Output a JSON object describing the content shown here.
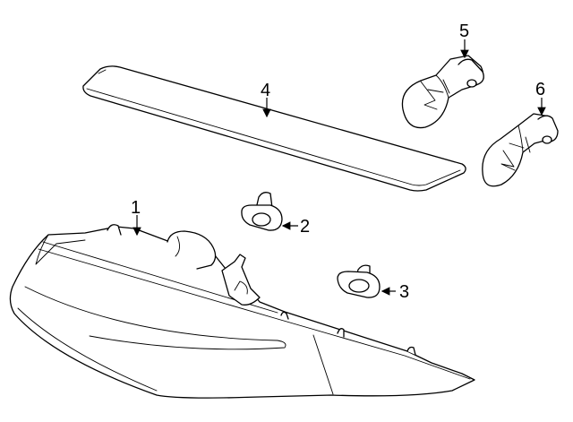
{
  "diagram": {
    "parts": [
      {
        "id": "tail-lamp-assembly",
        "label": "1",
        "icon": "tail-lamp-icon"
      },
      {
        "id": "lamp-gasket-upper",
        "label": "2",
        "icon": "gasket-icon"
      },
      {
        "id": "lamp-gasket-lower",
        "label": "3",
        "icon": "gasket-icon"
      },
      {
        "id": "trim-molding",
        "label": "4",
        "icon": "molding-strip-icon"
      },
      {
        "id": "bulb-left",
        "label": "5",
        "icon": "bulb-icon"
      },
      {
        "id": "bulb-right",
        "label": "6",
        "icon": "bulb-icon"
      }
    ],
    "colors": {
      "line": "#000000",
      "background": "#ffffff"
    }
  }
}
